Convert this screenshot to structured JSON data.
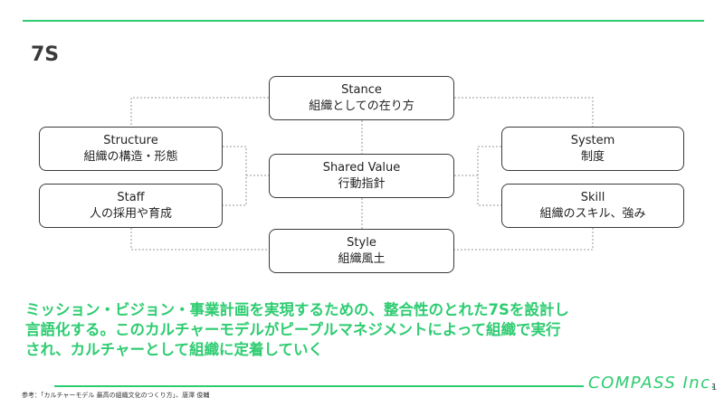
{
  "slide": {
    "title": "7S"
  },
  "diagram": {
    "stance": {
      "name": "Stance",
      "desc": "組織としての在り方"
    },
    "structure": {
      "name": "Structure",
      "desc": "組織の構造・形態"
    },
    "staff": {
      "name": "Staff",
      "desc": "人の採用や育成"
    },
    "shared_value": {
      "name": "Shared Value",
      "desc": "行動指針"
    },
    "system": {
      "name": "System",
      "desc": "制度"
    },
    "skill": {
      "name": "Skill",
      "desc": "組織のスキル、強み"
    },
    "style": {
      "name": "Style",
      "desc": "組織風土"
    }
  },
  "message": {
    "line1": "ミッション・ビジョン・事業計画を実現するための、整合性のとれた7Sを設計し",
    "line2": "言語化する。このカルチャーモデルがピープルマネジメントによって組織で実行",
    "line3": "され、カルチャーとして組織に定着していく"
  },
  "footer": {
    "reference": "参考：「カルチャーモデル 最高の組織文化のつくり方」、唐澤 俊輔",
    "company": "COMPASS Inc.",
    "page": "1"
  },
  "colors": {
    "accent": "#2ecc71",
    "border": "#3a3a3a",
    "connector": "#9a9a9a"
  }
}
